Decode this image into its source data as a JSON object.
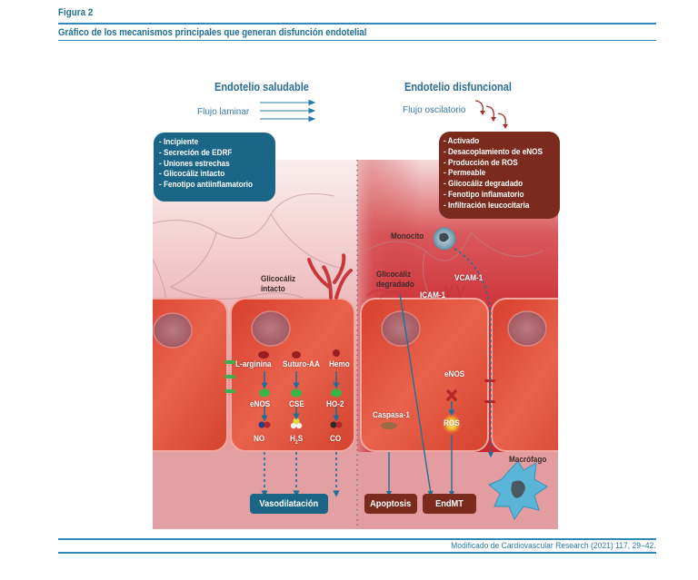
{
  "figure": {
    "label": "Figura 2",
    "caption": "Gráfico de los mecanismos principales que generan disfunción endotelial",
    "credit": "Modificado de Cardiovascular Research (2021) 117, 29–42."
  },
  "healthy": {
    "title": "Endotelio saludable",
    "flow_label": "Flujo laminar",
    "features": [
      "- Incipiente",
      "- Secreción de EDRF",
      "- Uniones estrechas",
      "- Glicocáliz intacto",
      "- Fenotipo antiinflamatorio"
    ],
    "glycocalyx_label_line1": "Glicocáliz",
    "glycocalyx_label_line2": "intacto",
    "pathways": [
      {
        "substrate": "L-arginina",
        "enzyme": "eNOS",
        "product": "NO"
      },
      {
        "substrate": "Suturo-AA",
        "enzyme": "CSE",
        "product": "H",
        "product_sub": "2",
        "product_suffix": "S"
      },
      {
        "substrate": "Hemo",
        "enzyme": "HO-2",
        "product": "CO"
      }
    ],
    "outcome": "Vasodilatación"
  },
  "dysfunctional": {
    "title": "Endotelio disfuncional",
    "flow_label": "Flujo oscilatorio",
    "features": [
      "- Activado",
      "- Desacoplamiento de eNOS",
      "- Producción de ROS",
      "- Permeable",
      "- Glicocáliz degradado",
      "- Fenotipo inflamatorio",
      "- Infiltración leucocitaria"
    ],
    "monocyte_label": "Monocito",
    "glycocalyx_label_line1": "Glicocáliz",
    "glycocalyx_label_line2": "degradado",
    "icam_label": "ICAM-1",
    "vcam_label": "VCAM-1",
    "enos_label": "eNOS",
    "ros_label": "ROS",
    "caspase_label": "Caspasa-1",
    "macrophage_label": "Macrófago",
    "outcomes": [
      "Apoptosis",
      "EndMT"
    ]
  },
  "colors": {
    "brand_blue": "#1b6686",
    "brand_red": "#7a2b1e",
    "rule_blue": "#2f8ab5",
    "arrow_blue": "#1f6f9a"
  }
}
